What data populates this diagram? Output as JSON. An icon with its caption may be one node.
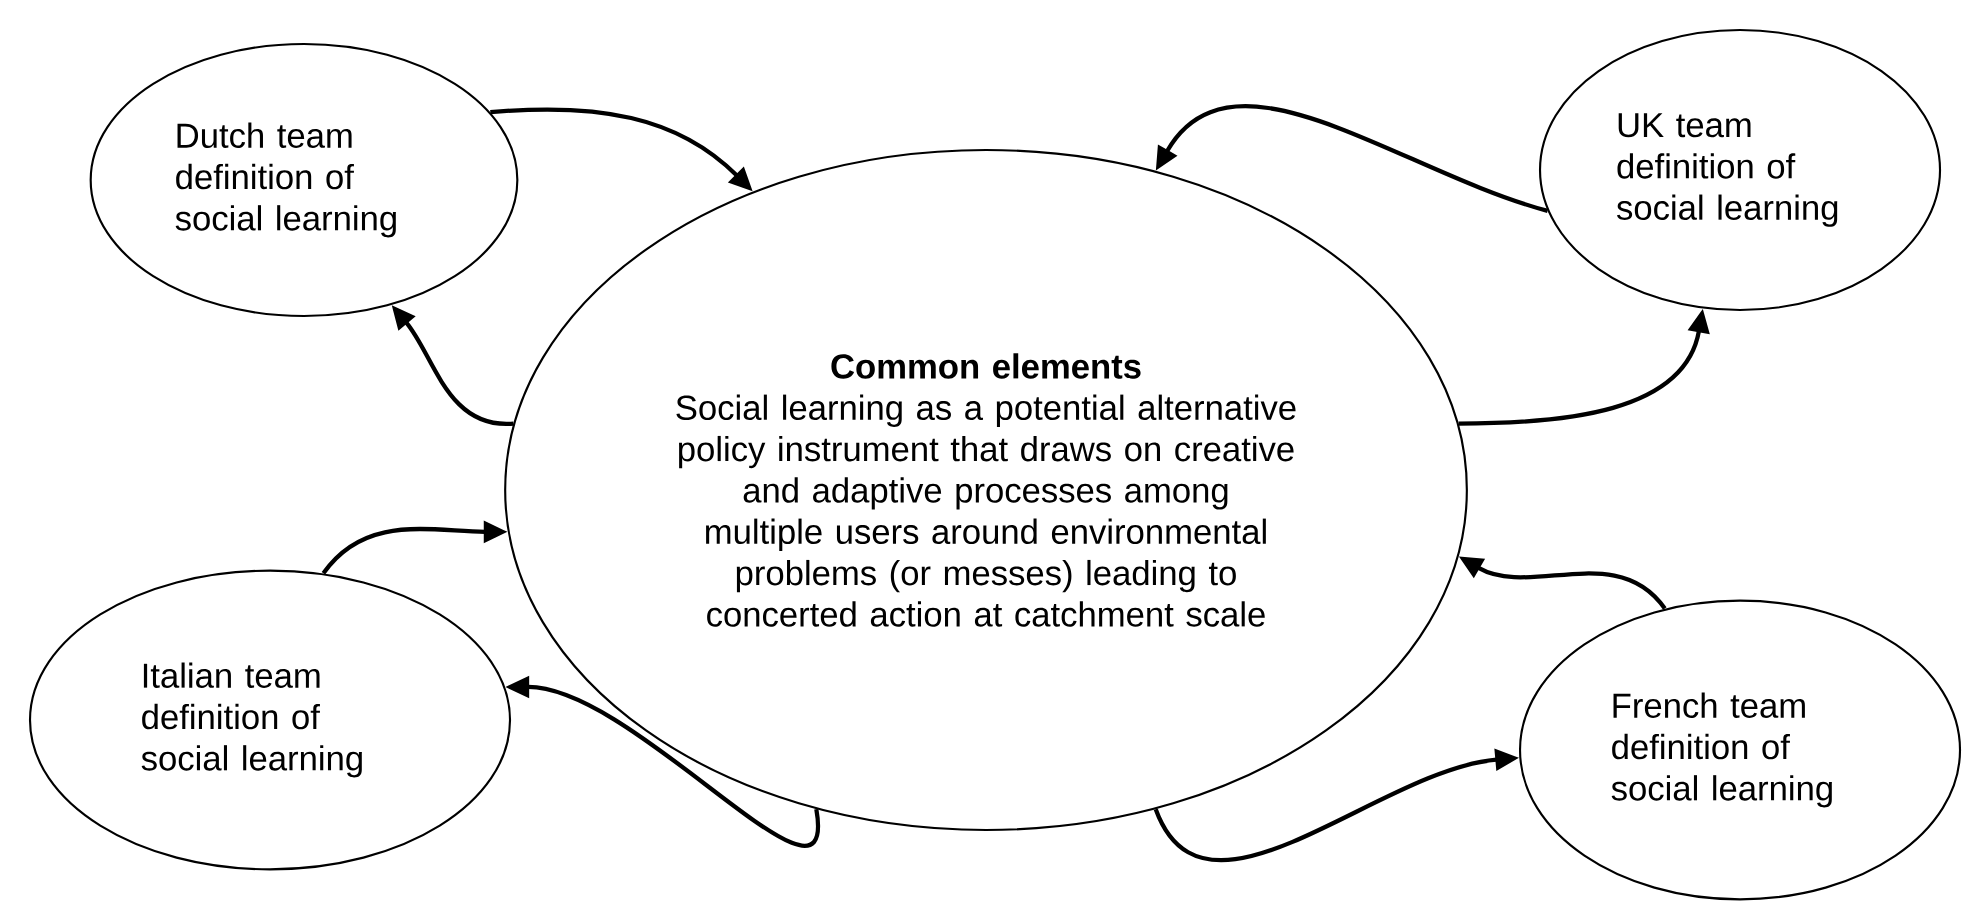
{
  "diagram": {
    "nodes": [
      {
        "text": [
          "Dutch team definition of social learning"
        ]
      },
      {
        "text": [
          "UK team definition of social learning"
        ]
      },
      {
        "text": [
          "Common elements",
          "Social learning as a potential alternative policy instrument that draws on creative and adaptive processes among multiple users around environmental problems (or messes) leading to concerted action at catchment scale"
        ]
      },
      {
        "text": [
          "Italian team definition of social learning"
        ]
      },
      {
        "text": [
          "French team definition of social learning"
        ]
      }
    ],
    "edges": [
      {
        "from": 0,
        "to": 2,
        "arrow": "to"
      },
      {
        "from": 2,
        "to": 0,
        "arrow": "to"
      },
      {
        "from": 1,
        "to": 2,
        "arrow": "to"
      },
      {
        "from": 2,
        "to": 1,
        "arrow": "to"
      },
      {
        "from": 4,
        "to": 2,
        "arrow": "to"
      },
      {
        "from": 2,
        "to": 4,
        "arrow": "to"
      },
      {
        "from": 3,
        "to": 2,
        "arrow": "to"
      },
      {
        "from": 2,
        "to": 3,
        "arrow": "to"
      }
    ]
  }
}
